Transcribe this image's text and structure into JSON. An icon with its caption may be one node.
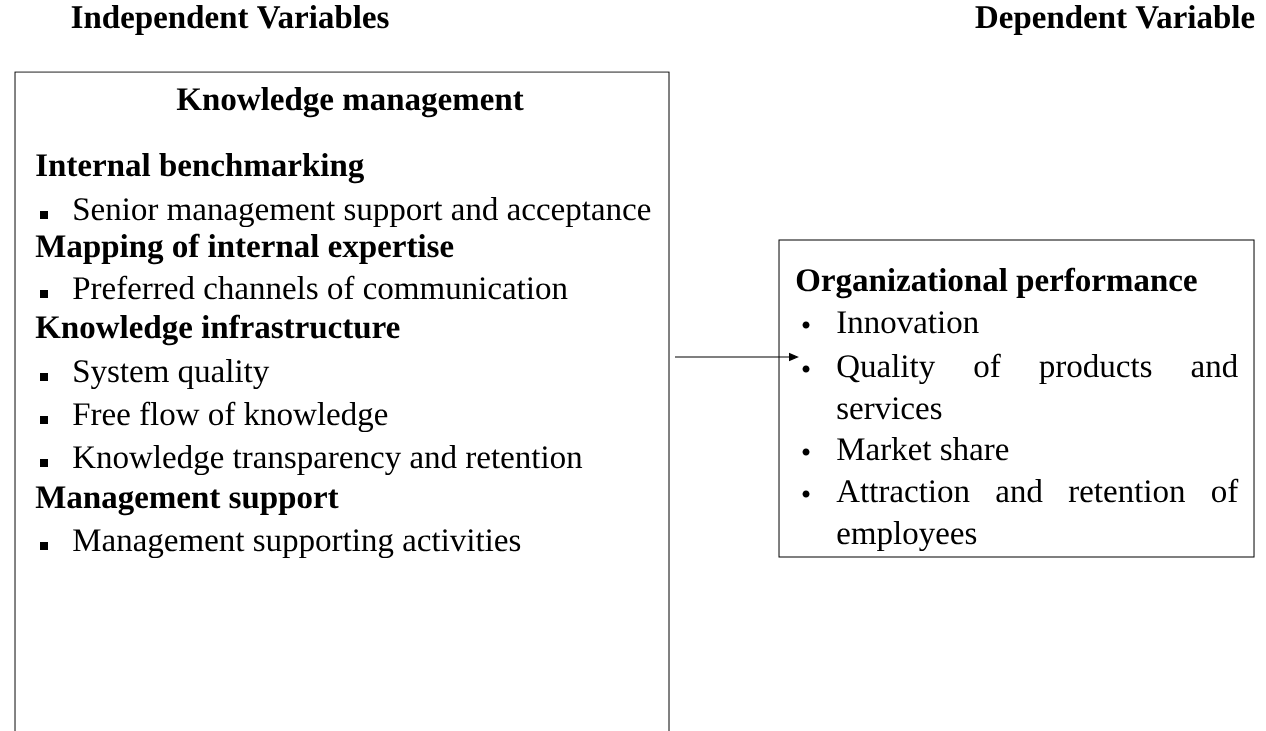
{
  "diagram": {
    "nodes": [
      {
        "text": [
          "Knowledge management",
          "Internal benchmarking",
          "Senior management support and acceptance",
          "Mapping of internal expertise",
          "Preferred channels of communication",
          "Knowledge infrastructure",
          "System quality",
          "Free flow of knowledge",
          "Knowledge transparency and retention",
          "Management support",
          "Management supporting activities"
        ]
      },
      {
        "text": [
          "Organizational performance",
          "Innovation",
          "Quality of products and services",
          "Market share",
          "Attraction and retention of employees"
        ]
      }
    ],
    "edges": [
      {
        "from": 0,
        "to": 1,
        "arrow": "to"
      }
    ],
    "labels": [
      "Independent Variables",
      "Dependent Variable"
    ]
  }
}
